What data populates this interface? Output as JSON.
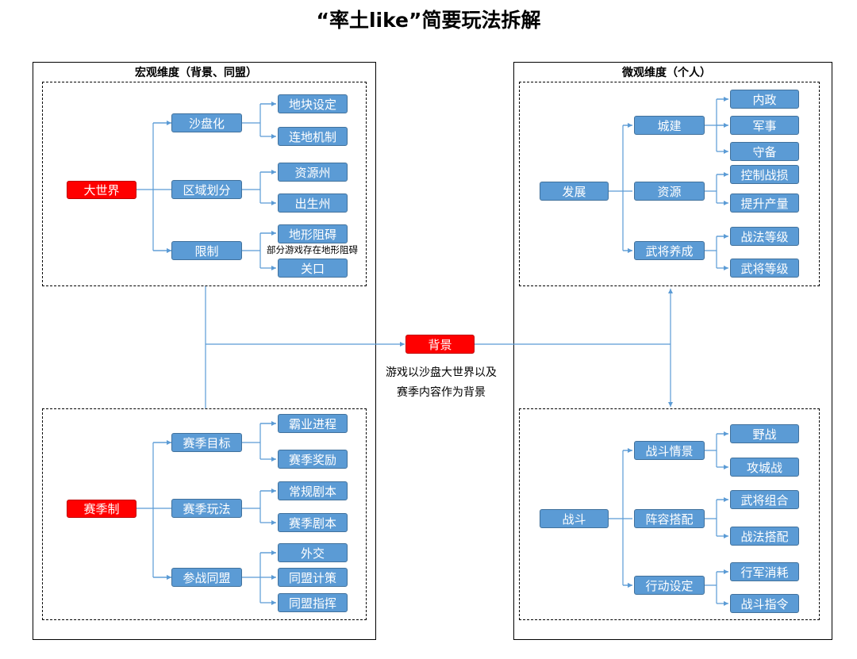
{
  "title": "“率土like”简要玩法拆解",
  "macro": {
    "title": "宏观维度（背景、同盟）",
    "world": {
      "root": "大世界",
      "branches": [
        {
          "label": "沙盘化",
          "leaves": [
            "地块设定",
            "连地机制"
          ]
        },
        {
          "label": "区域划分",
          "leaves": [
            "资源州",
            "出生州"
          ]
        },
        {
          "label": "限制",
          "leaves": [
            "地形阻碍",
            "关口"
          ]
        }
      ],
      "note": "部分游戏存在地形阻碍"
    },
    "season": {
      "root": "赛季制",
      "branches": [
        {
          "label": "赛季目标",
          "leaves": [
            "霸业进程",
            "赛季奖励"
          ]
        },
        {
          "label": "赛季玩法",
          "leaves": [
            "常规剧本",
            "赛季剧本"
          ]
        },
        {
          "label": "参战同盟",
          "leaves": [
            "外交",
            "同盟计策",
            "同盟指挥"
          ]
        }
      ]
    }
  },
  "micro": {
    "title": "微观维度（个人）",
    "develop": {
      "root": "发展",
      "branches": [
        {
          "label": "城建",
          "leaves": [
            "内政",
            "军事",
            "守备"
          ]
        },
        {
          "label": "资源",
          "leaves": [
            "控制战损",
            "提升产量"
          ]
        },
        {
          "label": "武将养成",
          "leaves": [
            "战法等级",
            "武将等级"
          ]
        }
      ]
    },
    "battle": {
      "root": "战斗",
      "branches": [
        {
          "label": "战斗情景",
          "leaves": [
            "野战",
            "攻城战"
          ]
        },
        {
          "label": "阵容搭配",
          "leaves": [
            "武将组合",
            "战法搭配"
          ]
        },
        {
          "label": "行动设定",
          "leaves": [
            "行军消耗",
            "战斗指令"
          ]
        }
      ]
    }
  },
  "center": {
    "label": "背景",
    "caption_line1": "游戏以沙盘大世界以及",
    "caption_line2": "赛季内容作为背景"
  },
  "colors": {
    "node_blue": "#5b9bd5",
    "node_red": "#ff0000",
    "connector": "#5b9bd5"
  }
}
